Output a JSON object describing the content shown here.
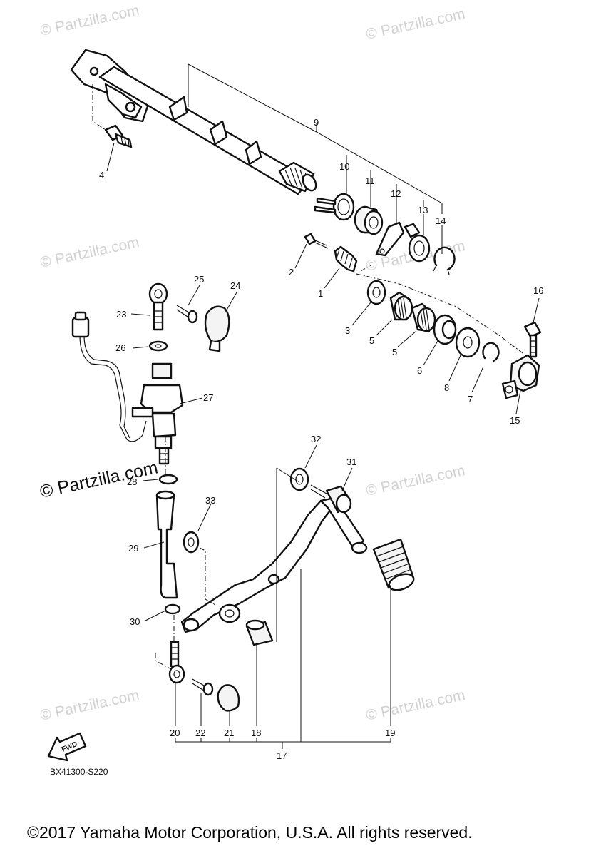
{
  "diagram": {
    "part_numbers": [
      "1",
      "2",
      "3",
      "4",
      "5",
      "5",
      "6",
      "7",
      "8",
      "9",
      "10",
      "11",
      "12",
      "13",
      "14",
      "15",
      "16",
      "17",
      "18",
      "19",
      "20",
      "21",
      "22",
      "23",
      "24",
      "25",
      "26",
      "27",
      "28",
      "29",
      "30",
      "31",
      "32",
      "33"
    ],
    "watermark": "© Partzilla.com",
    "watermark_dark": "© Partzilla.com",
    "diagram_code": "BX41300-S220",
    "fwd_label": "FWD",
    "copyright": "©2017 Yamaha Motor Corporation, U.S.A. All rights reserved."
  }
}
